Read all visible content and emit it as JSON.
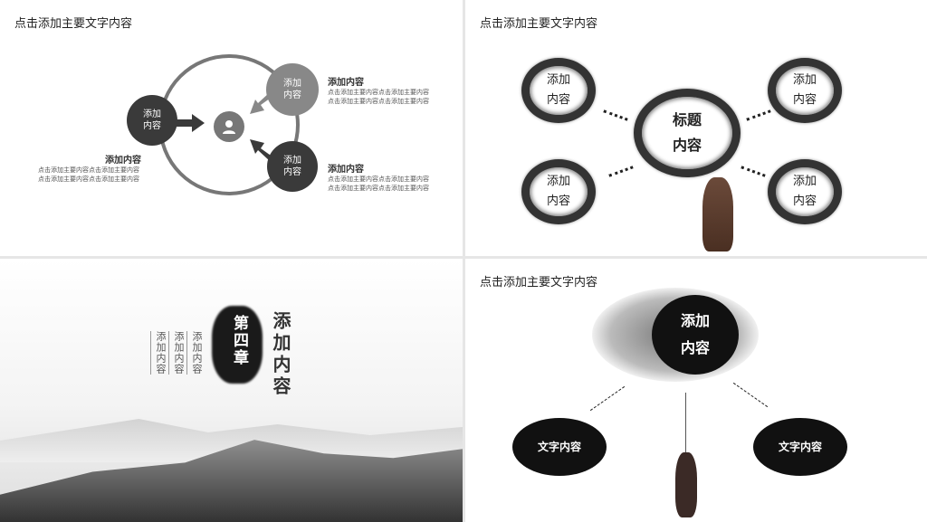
{
  "slide1": {
    "title": "点击添加主要文字内容",
    "nodes": [
      "添加\n内容",
      "添加\n内容",
      "添加\n内容"
    ],
    "center_icon": "user-icon",
    "blocks": [
      {
        "heading": "添加内容",
        "lines": [
          "点击添加主要内容点击添加主要内容",
          "点击添加主要内容点击添加主要内容"
        ]
      },
      {
        "heading": "添加内容",
        "lines": [
          "点击添加主要内容点击添加主要内容",
          "点击添加主要内容点击添加主要内容"
        ]
      },
      {
        "heading": "添加内容",
        "lines": [
          "点击添加主要内容点击添加主要内容",
          "点击添加主要内容点击添加主要内容"
        ]
      }
    ]
  },
  "slide2": {
    "title": "点击添加主要文字内容",
    "center": "标题\n内容",
    "nodes": [
      "添加\n内容",
      "添加\n内容",
      "添加\n内容",
      "添加\n内容"
    ]
  },
  "slide3": {
    "chapter": "第四章",
    "heading": "添加内容",
    "columns": [
      "添加内容",
      "添加内容",
      "添加内容"
    ]
  },
  "slide4": {
    "title": "点击添加主要文字内容",
    "center": "添加\n内容",
    "left": "文字内容",
    "right": "文字内容"
  }
}
